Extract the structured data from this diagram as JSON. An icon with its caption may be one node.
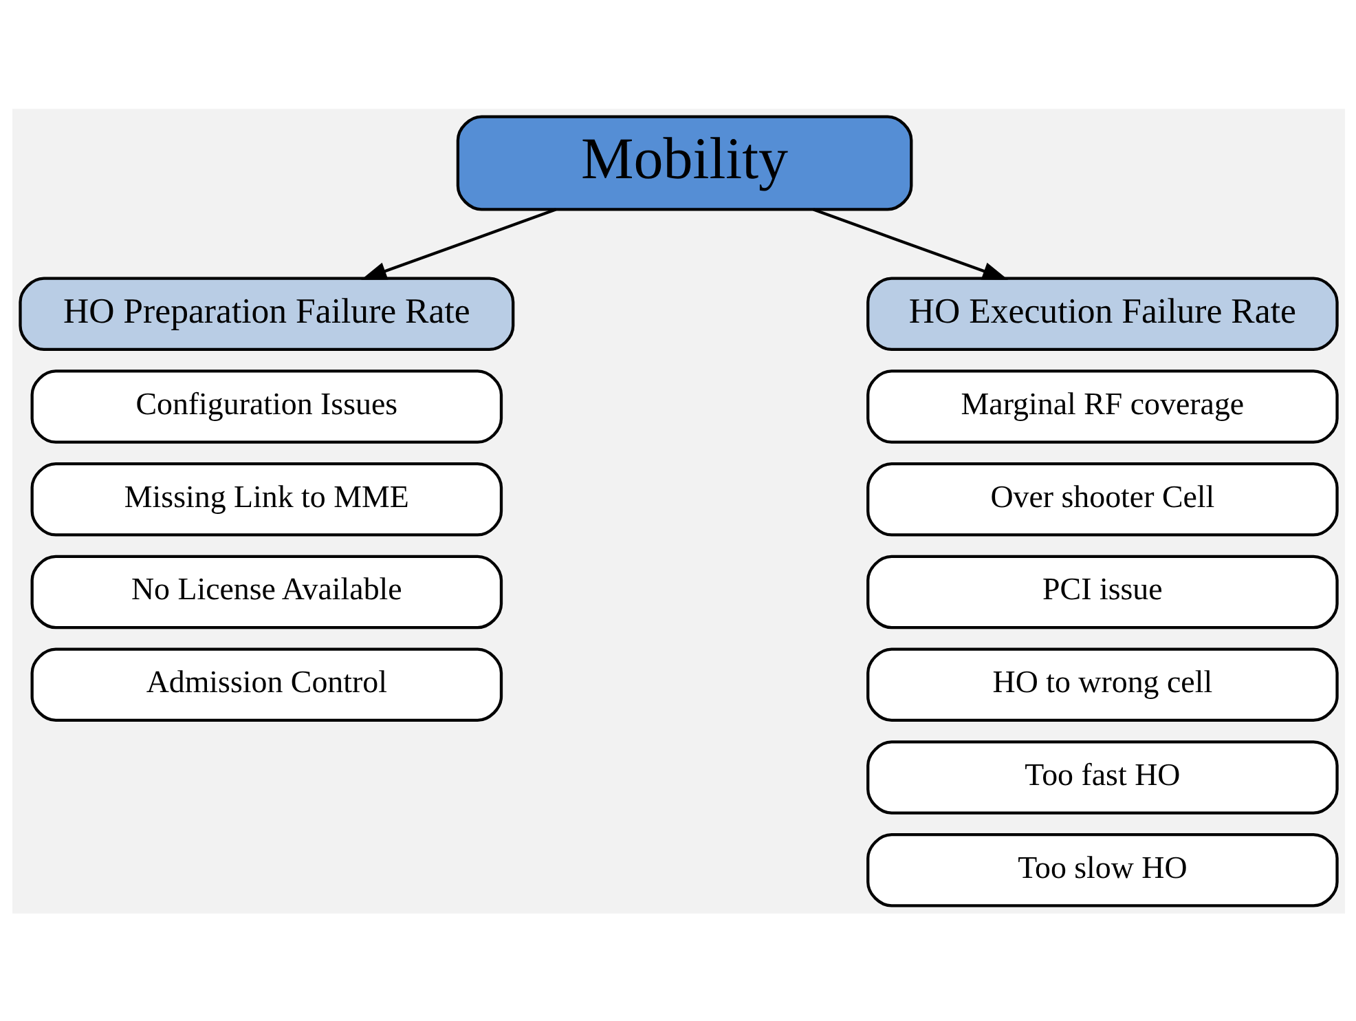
{
  "diagram": {
    "nodes": [
      {
        "text": [
          "Mobility"
        ]
      },
      {
        "text": [
          "HO Preparation Failure Rate"
        ]
      },
      {
        "text": [
          "HO Execution Failure Rate"
        ]
      },
      {
        "text": [
          "Configuration Issues"
        ]
      },
      {
        "text": [
          "Missing Link to MME"
        ]
      },
      {
        "text": [
          "No License Available"
        ]
      },
      {
        "text": [
          "Admission Control"
        ]
      },
      {
        "text": [
          "Marginal RF coverage"
        ]
      },
      {
        "text": [
          "Over shooter Cell"
        ]
      },
      {
        "text": [
          "PCI issue"
        ]
      },
      {
        "text": [
          "HO to wrong cell"
        ]
      },
      {
        "text": [
          "Too fast HO"
        ]
      },
      {
        "text": [
          "Too slow HO"
        ]
      }
    ],
    "edges": [
      {
        "from": 0,
        "to": 1,
        "arrow": "to"
      },
      {
        "from": 0,
        "to": 2,
        "arrow": "to"
      }
    ]
  }
}
